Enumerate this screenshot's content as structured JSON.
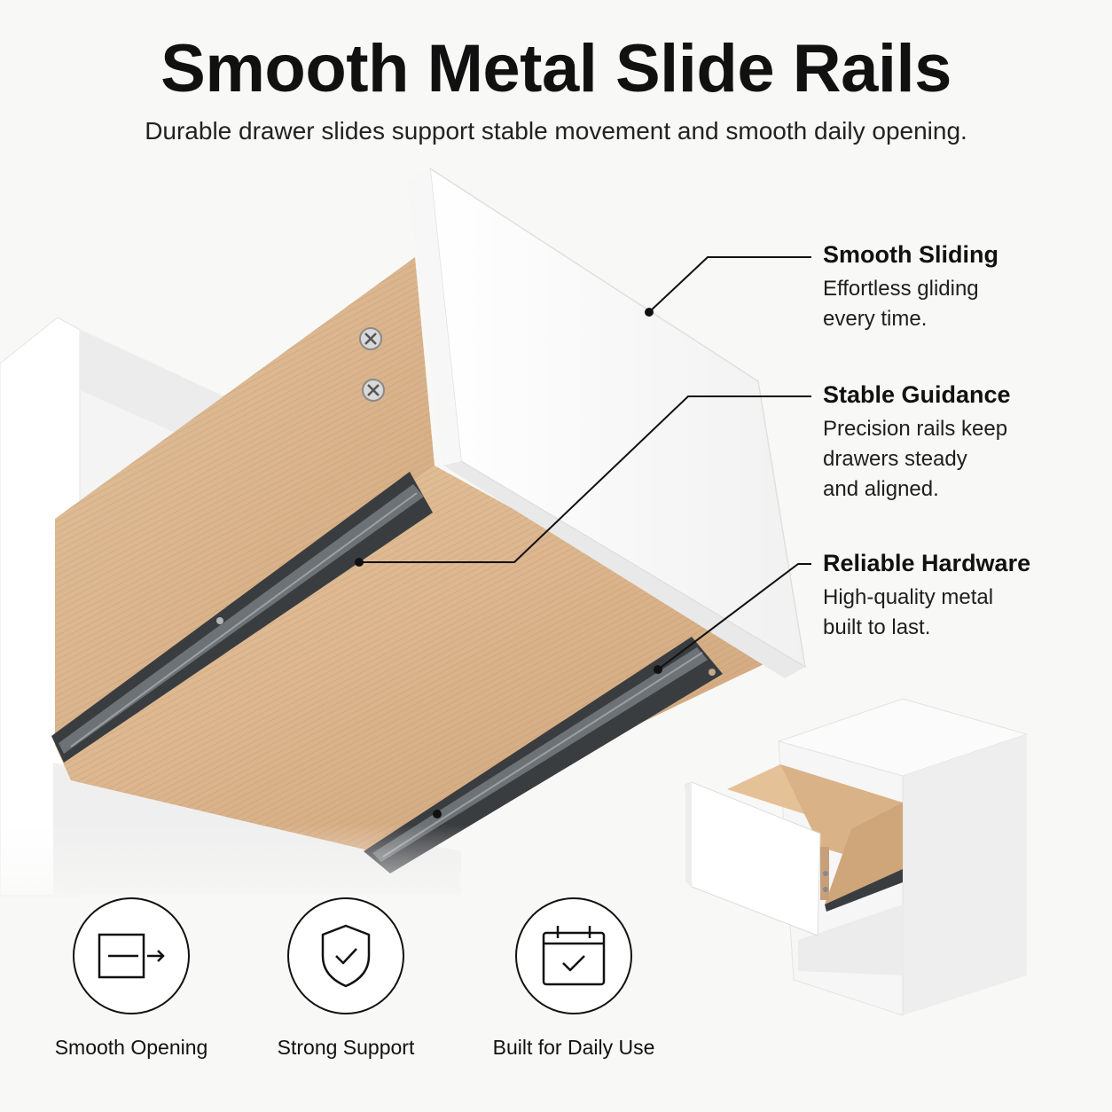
{
  "header": {
    "title": "Smooth Metal Slide Rails",
    "subtitle": "Durable drawer slides support stable movement and smooth daily opening."
  },
  "callouts": [
    {
      "title": "Smooth Sliding",
      "text": "Effortless gliding\nevery time."
    },
    {
      "title": "Stable Guidance",
      "text": "Precision rails keep\ndrawers steady\nand aligned."
    },
    {
      "title": "Reliable Hardware",
      "text": "High-quality metal\nbuilt to last."
    }
  ],
  "features": [
    {
      "label": "Smooth Opening",
      "icon": "drawer-slide-arrow-icon"
    },
    {
      "label": "Strong Support",
      "icon": "shield-check-icon"
    },
    {
      "label": "Built for Daily Use",
      "icon": "calendar-check-icon"
    }
  ],
  "colors": {
    "text": "#111111",
    "drawer_white": "#ffffff",
    "wood": "#d9b48c",
    "rail_metal": "#3a3d40",
    "background": "#f8f8f7"
  }
}
